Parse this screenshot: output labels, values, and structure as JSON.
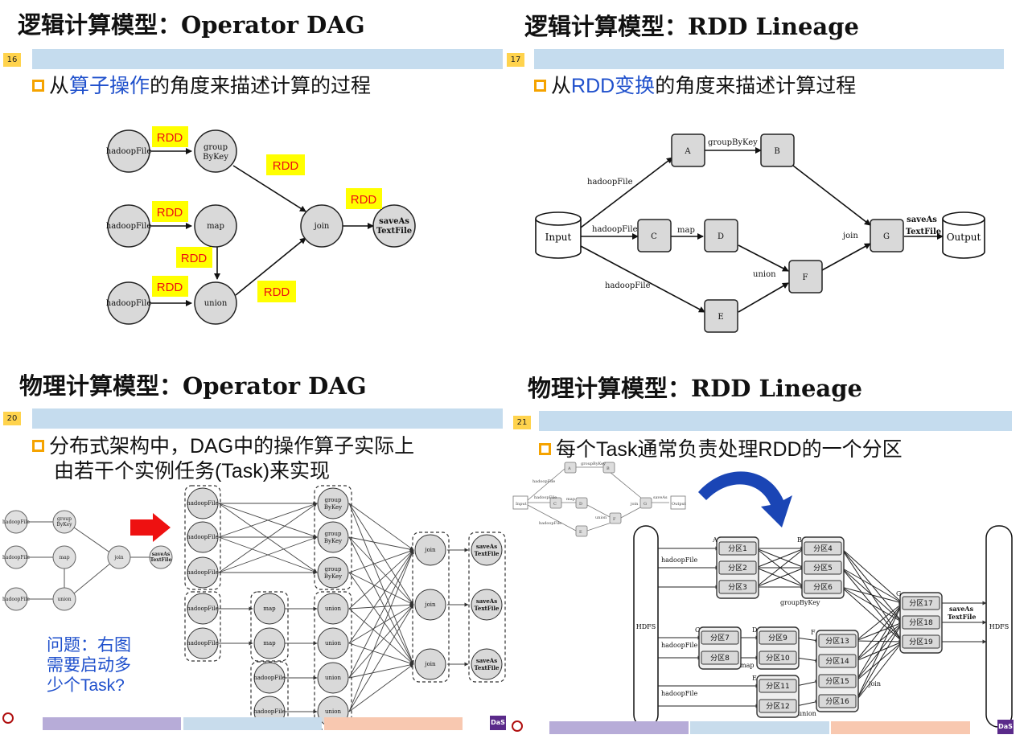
{
  "panels": {
    "tl": {
      "title": "逻辑计算模型：Operator DAG",
      "page": "16",
      "bullet_pre": "从",
      "bullet_hl": "算子操作",
      "bullet_post": "的角度来描述计算的过程"
    },
    "tr": {
      "title": "逻辑计算模型：RDD Lineage",
      "page": "17",
      "bullet_pre": "从",
      "bullet_hl": "RDD变换",
      "bullet_post": "的角度来描述计算过程"
    },
    "bl": {
      "title": "物理计算模型：Operator DAG",
      "page": "20",
      "bullet_line1": "分布式架构中，DAG中的操作算子实际上",
      "bullet_line2": "由若干个实例任务(Task)来实现",
      "question": "问题：右图\n需要启动多\n少个Task?"
    },
    "br": {
      "title": "物理计算模型：RDD Lineage",
      "page": "21",
      "bullet": "每个Task通常负责处理RDD的一个分区"
    }
  },
  "labels": {
    "hadoopFile": "hadoopFile",
    "group": "group",
    "bykey": "ByKey",
    "map": "map",
    "union": "union",
    "join": "join",
    "saveAs": "saveAs",
    "textFile": "TextFile",
    "rdd": "RDD",
    "input": "Input",
    "output": "Output",
    "groupByKey": "groupByKey",
    "hdfs": "HDFS",
    "A": "A",
    "B": "B",
    "C": "C",
    "D": "D",
    "E": "E",
    "F": "F",
    "G": "G"
  },
  "partitions": [
    "分区1",
    "分区2",
    "分区3",
    "分区4",
    "分区5",
    "分区6",
    "分区7",
    "分区8",
    "分区9",
    "分区10",
    "分区11",
    "分区12",
    "分区13",
    "分区14",
    "分区15",
    "分区16",
    "分区17",
    "分区18",
    "分区19"
  ],
  "colors": {
    "band": "#c5dcee",
    "page_badge": "#ffd34d",
    "rdd_box": "#ffff00",
    "rdd_text": "#ee1111",
    "highlight": "#1f50cc",
    "bullet_box": "#f5a300",
    "arrow_red": "#ee1111",
    "arrow_blue": "#1a45b5",
    "footer": [
      "#b7acd8",
      "#c8dcec",
      "#f8c8b0"
    ],
    "logo": "#5a2a8a"
  },
  "footer_logo": "DaS"
}
